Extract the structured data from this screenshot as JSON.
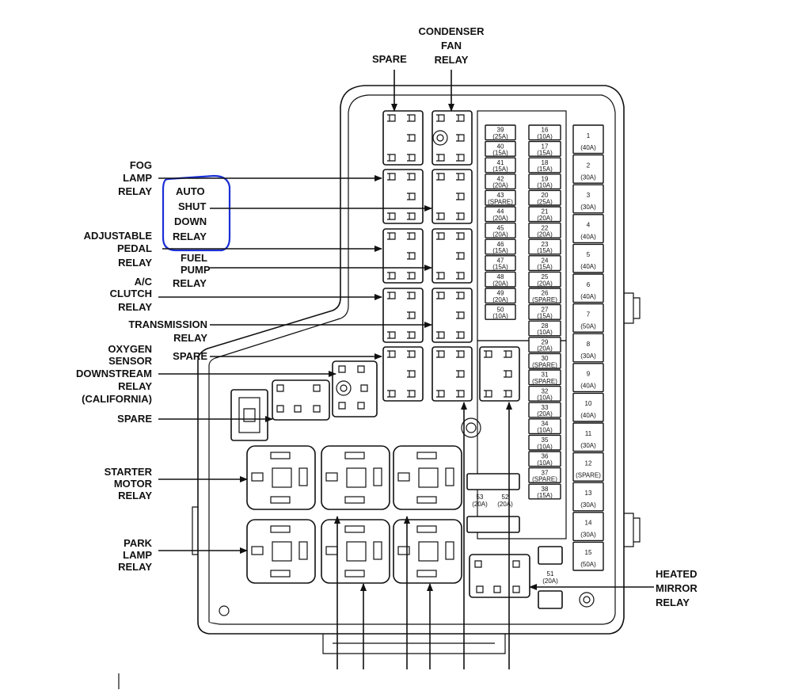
{
  "labels": {
    "spare_top": "SPARE",
    "condenser": [
      "CONDENSER",
      "FAN",
      "RELAY"
    ],
    "fog": [
      "FOG",
      "LAMP",
      "RELAY"
    ],
    "auto_shut": [
      "AUTO",
      "SHUT",
      "DOWN",
      "RELAY"
    ],
    "adjustable": [
      "ADJUSTABLE",
      "PEDAL",
      "RELAY"
    ],
    "fuel_pump": [
      "FUEL",
      "PUMP",
      "RELAY"
    ],
    "ac_clutch": [
      "A/C",
      "CLUTCH",
      "RELAY"
    ],
    "transmission": [
      "TRANSMISSION",
      "RELAY"
    ],
    "spare_mid": "SPARE",
    "oxygen": [
      "OXYGEN",
      "SENSOR",
      "DOWNSTREAM",
      "RELAY",
      "(CALIFORNIA)"
    ],
    "spare_low": "SPARE",
    "starter": [
      "STARTER",
      "MOTOR",
      "RELAY"
    ],
    "park": [
      "PARK",
      "LAMP",
      "RELAY"
    ],
    "heated": [
      "HEATED",
      "MIRROR",
      "RELAY"
    ]
  },
  "fuses_left": [
    {
      "num": "39",
      "rating": "(25A)"
    },
    {
      "num": "40",
      "rating": "(15A)"
    },
    {
      "num": "41",
      "rating": "(15A)"
    },
    {
      "num": "42",
      "rating": "(20A)"
    },
    {
      "num": "43",
      "rating": "(SPARE)"
    },
    {
      "num": "44",
      "rating": "(20A)"
    },
    {
      "num": "45",
      "rating": "(20A)"
    },
    {
      "num": "46",
      "rating": "(15A)"
    },
    {
      "num": "47",
      "rating": "(15A)"
    },
    {
      "num": "48",
      "rating": "(20A)"
    },
    {
      "num": "49",
      "rating": "(20A)"
    },
    {
      "num": "50",
      "rating": "(10A)"
    }
  ],
  "fuses_mid": [
    {
      "num": "16",
      "rating": "(10A)"
    },
    {
      "num": "17",
      "rating": "(15A)"
    },
    {
      "num": "18",
      "rating": "(15A)"
    },
    {
      "num": "19",
      "rating": "(10A)"
    },
    {
      "num": "20",
      "rating": "(25A)"
    },
    {
      "num": "21",
      "rating": "(20A)"
    },
    {
      "num": "22",
      "rating": "(20A)"
    },
    {
      "num": "23",
      "rating": "(15A)"
    },
    {
      "num": "24",
      "rating": "(15A)"
    },
    {
      "num": "25",
      "rating": "(20A)"
    },
    {
      "num": "26",
      "rating": "(SPARE)"
    },
    {
      "num": "27",
      "rating": "(15A)"
    },
    {
      "num": "28",
      "rating": "(10A)"
    },
    {
      "num": "29",
      "rating": "(20A)"
    },
    {
      "num": "30",
      "rating": "(SPARE)"
    },
    {
      "num": "31",
      "rating": "(SPARE)"
    },
    {
      "num": "32",
      "rating": "(10A)"
    },
    {
      "num": "33",
      "rating": "(20A)"
    },
    {
      "num": "34",
      "rating": "(10A)"
    },
    {
      "num": "35",
      "rating": "(10A)"
    },
    {
      "num": "36",
      "rating": "(10A)"
    },
    {
      "num": "37",
      "rating": "(SPARE)"
    },
    {
      "num": "38",
      "rating": "(15A)"
    }
  ],
  "fuses_right": [
    {
      "num": "1",
      "rating": "(40A)"
    },
    {
      "num": "2",
      "rating": "(30A)"
    },
    {
      "num": "3",
      "rating": "(30A)"
    },
    {
      "num": "4",
      "rating": "(40A)"
    },
    {
      "num": "5",
      "rating": "(40A)"
    },
    {
      "num": "6",
      "rating": "(40A)"
    },
    {
      "num": "7",
      "rating": "(50A)"
    },
    {
      "num": "8",
      "rating": "(30A)"
    },
    {
      "num": "9",
      "rating": "(40A)"
    },
    {
      "num": "10",
      "rating": "(40A)"
    },
    {
      "num": "11",
      "rating": "(30A)"
    },
    {
      "num": "12",
      "rating": "(SPARE)"
    },
    {
      "num": "13",
      "rating": "(30A)"
    },
    {
      "num": "14",
      "rating": "(30A)"
    },
    {
      "num": "15",
      "rating": "(50A)"
    }
  ],
  "fuse_53": {
    "num": "53",
    "rating": "(20A)"
  },
  "fuse_52": {
    "num": "52",
    "rating": "(20A)"
  },
  "fuse_51": {
    "num": "51",
    "rating": "(20A)"
  },
  "colors": {
    "ink": "#111111",
    "highlight": "#1a2fd6"
  }
}
